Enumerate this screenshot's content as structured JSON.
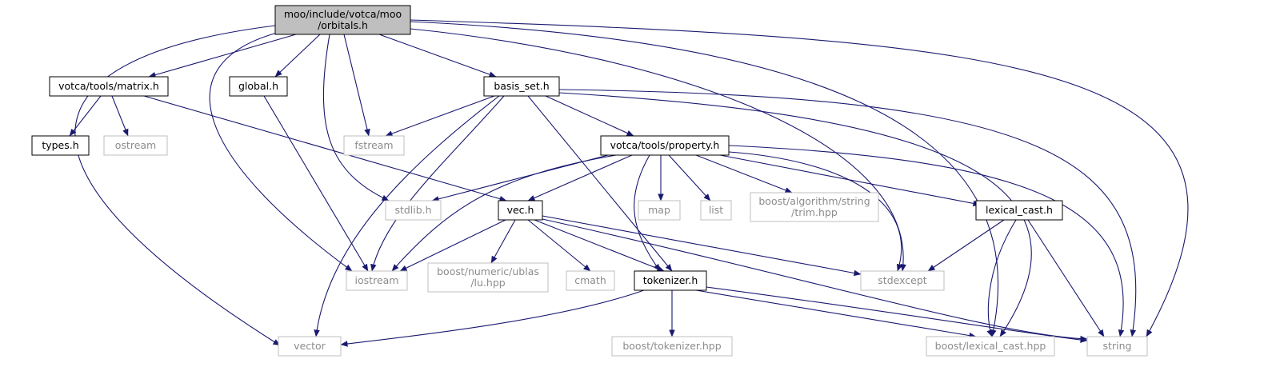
{
  "diagram": {
    "colors": {
      "edge": "#191970",
      "root_fill": "#bfbfbf",
      "internal_border": "#000000",
      "external_border": "#bfbfbf",
      "external_text": "#8c8c8c"
    },
    "nodes": [
      {
        "id": "orbitals",
        "lines": [
          "moo/include/votca/moo",
          "/orbitals.h"
        ],
        "kind": "root"
      },
      {
        "id": "matrix",
        "lines": [
          "votca/tools/matrix.h"
        ],
        "kind": "internal"
      },
      {
        "id": "global",
        "lines": [
          "global.h"
        ],
        "kind": "internal"
      },
      {
        "id": "basis_set",
        "lines": [
          "basis_set.h"
        ],
        "kind": "internal"
      },
      {
        "id": "types",
        "lines": [
          "types.h"
        ],
        "kind": "internal"
      },
      {
        "id": "ostream",
        "lines": [
          "ostream"
        ],
        "kind": "external"
      },
      {
        "id": "fstream",
        "lines": [
          "fstream"
        ],
        "kind": "external"
      },
      {
        "id": "property",
        "lines": [
          "votca/tools/property.h"
        ],
        "kind": "internal"
      },
      {
        "id": "stdlib",
        "lines": [
          "stdlib.h"
        ],
        "kind": "external"
      },
      {
        "id": "vec",
        "lines": [
          "vec.h"
        ],
        "kind": "internal"
      },
      {
        "id": "map",
        "lines": [
          "map"
        ],
        "kind": "external"
      },
      {
        "id": "list",
        "lines": [
          "list"
        ],
        "kind": "external"
      },
      {
        "id": "trim",
        "lines": [
          "boost/algorithm/string",
          "/trim.hpp"
        ],
        "kind": "external"
      },
      {
        "id": "lexical_cast_h",
        "lines": [
          "lexical_cast.h"
        ],
        "kind": "internal"
      },
      {
        "id": "iostream",
        "lines": [
          "iostream"
        ],
        "kind": "external"
      },
      {
        "id": "lu",
        "lines": [
          "boost/numeric/ublas",
          "/lu.hpp"
        ],
        "kind": "external"
      },
      {
        "id": "cmath",
        "lines": [
          "cmath"
        ],
        "kind": "external"
      },
      {
        "id": "tokenizer_h",
        "lines": [
          "tokenizer.h"
        ],
        "kind": "internal"
      },
      {
        "id": "stdexcept",
        "lines": [
          "stdexcept"
        ],
        "kind": "external"
      },
      {
        "id": "vector",
        "lines": [
          "vector"
        ],
        "kind": "external"
      },
      {
        "id": "boost_tokenizer",
        "lines": [
          "boost/tokenizer.hpp"
        ],
        "kind": "external"
      },
      {
        "id": "boost_lexical",
        "lines": [
          "boost/lexical_cast.hpp"
        ],
        "kind": "external"
      },
      {
        "id": "string",
        "lines": [
          "string"
        ],
        "kind": "external"
      }
    ],
    "edges": [
      [
        "orbitals",
        "matrix"
      ],
      [
        "orbitals",
        "global"
      ],
      [
        "orbitals",
        "basis_set"
      ],
      [
        "orbitals",
        "fstream"
      ],
      [
        "orbitals",
        "stdlib"
      ],
      [
        "orbitals",
        "iostream"
      ],
      [
        "orbitals",
        "vector"
      ],
      [
        "orbitals",
        "stdexcept"
      ],
      [
        "orbitals",
        "boost_lexical"
      ],
      [
        "orbitals",
        "string"
      ],
      [
        "matrix",
        "types"
      ],
      [
        "matrix",
        "ostream"
      ],
      [
        "matrix",
        "vec"
      ],
      [
        "global",
        "iostream"
      ],
      [
        "basis_set",
        "fstream"
      ],
      [
        "basis_set",
        "property"
      ],
      [
        "basis_set",
        "iostream"
      ],
      [
        "basis_set",
        "vector"
      ],
      [
        "basis_set",
        "tokenizer_h"
      ],
      [
        "basis_set",
        "boost_lexical"
      ],
      [
        "basis_set",
        "string"
      ],
      [
        "property",
        "stdlib"
      ],
      [
        "property",
        "vec"
      ],
      [
        "property",
        "map"
      ],
      [
        "property",
        "list"
      ],
      [
        "property",
        "trim"
      ],
      [
        "property",
        "lexical_cast_h"
      ],
      [
        "property",
        "iostream"
      ],
      [
        "property",
        "tokenizer_h"
      ],
      [
        "property",
        "stdexcept"
      ],
      [
        "property",
        "string"
      ],
      [
        "vec",
        "iostream"
      ],
      [
        "vec",
        "lu"
      ],
      [
        "vec",
        "cmath"
      ],
      [
        "vec",
        "tokenizer_h"
      ],
      [
        "vec",
        "stdexcept"
      ],
      [
        "vec",
        "string"
      ],
      [
        "lexical_cast_h",
        "stdexcept"
      ],
      [
        "lexical_cast_h",
        "boost_lexical"
      ],
      [
        "lexical_cast_h",
        "string"
      ],
      [
        "tokenizer_h",
        "vector"
      ],
      [
        "tokenizer_h",
        "boost_tokenizer"
      ],
      [
        "tokenizer_h",
        "boost_lexical"
      ],
      [
        "tokenizer_h",
        "string"
      ]
    ]
  }
}
